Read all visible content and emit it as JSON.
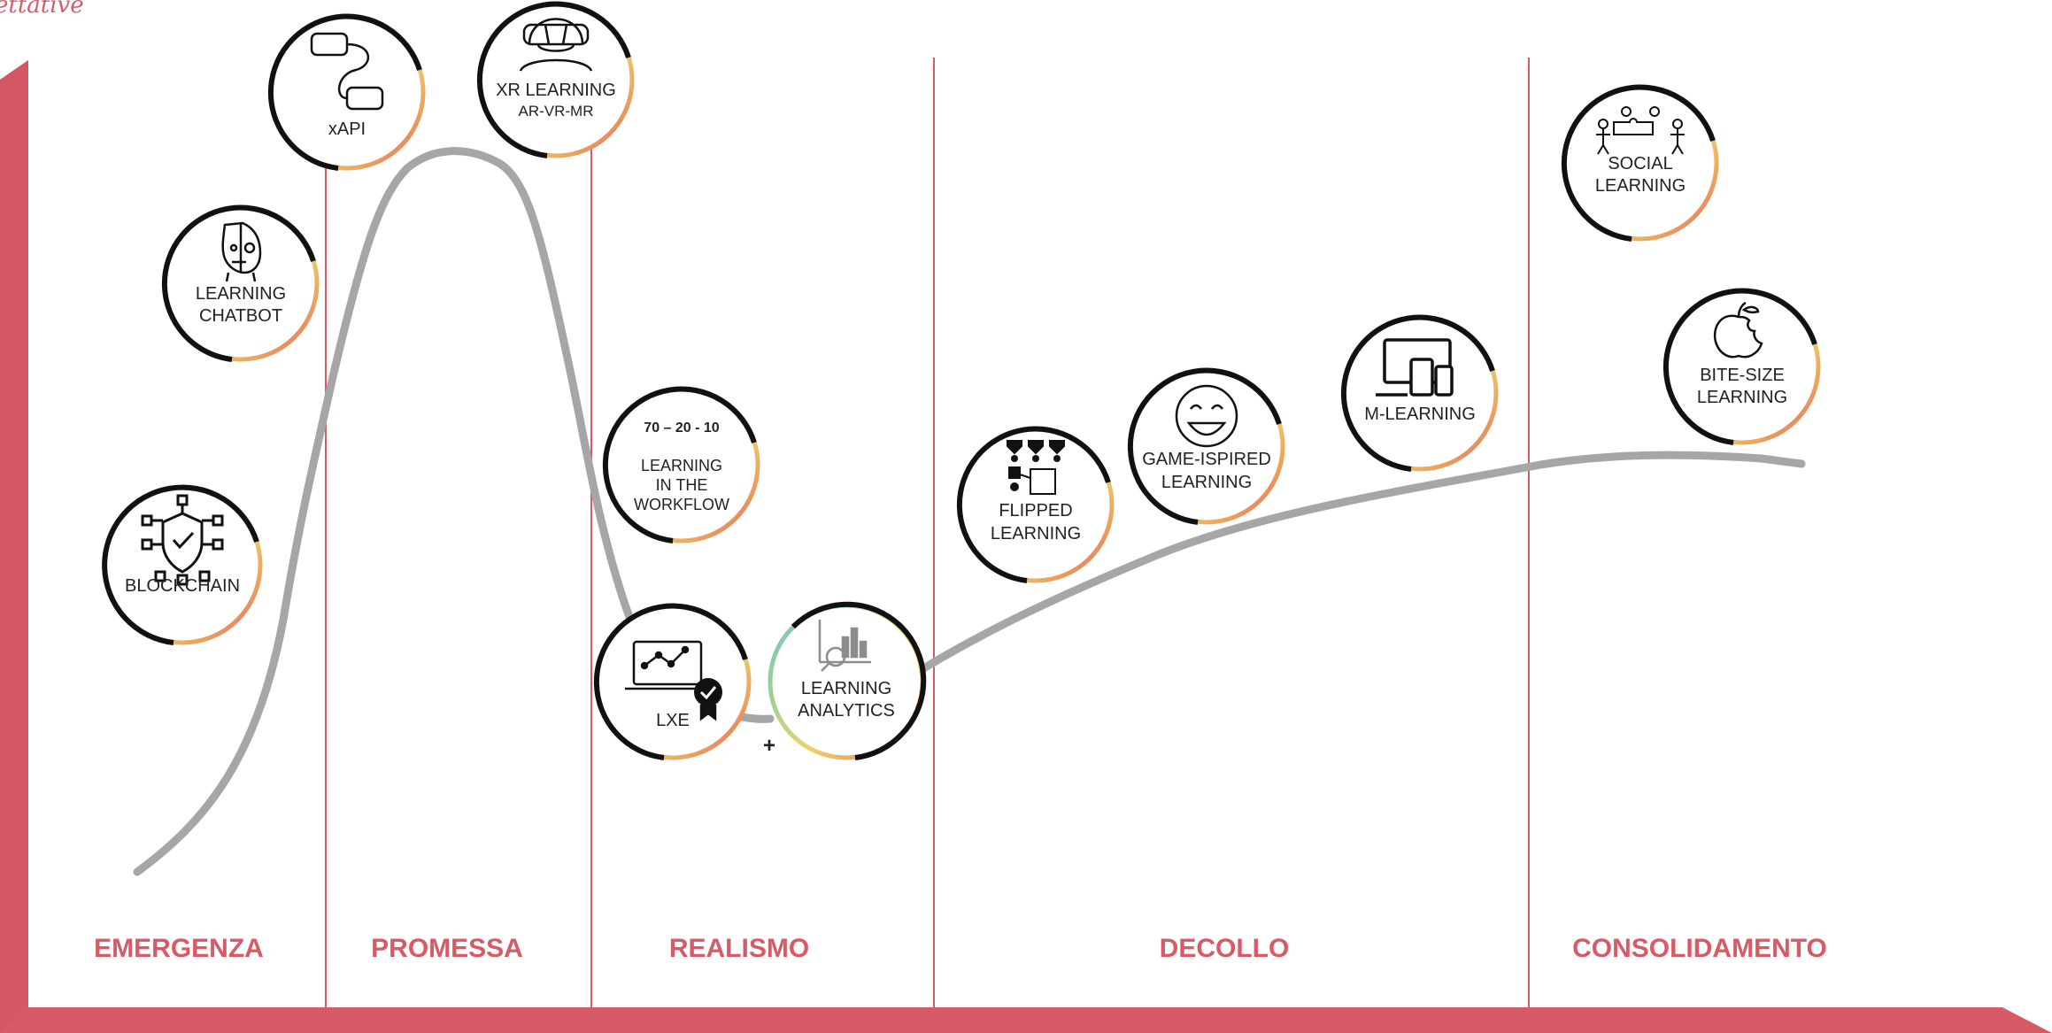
{
  "axis_label": "ettative",
  "phases": [
    "EMERGENZA",
    "PROMESSA",
    "REALISMO",
    "DECOLLO",
    "CONSOLIDAMENTO"
  ],
  "plus_sign": "+",
  "badges": {
    "blockchain": {
      "lines": [
        "BLOCKCHAIN"
      ],
      "icon": "shield-network-icon"
    },
    "chatbot": {
      "lines": [
        "LEARNING",
        "CHATBOT"
      ],
      "icon": "robot-face-icon"
    },
    "xapi": {
      "lines": [
        "xAPI"
      ],
      "icon": "connector-icon"
    },
    "xr": {
      "lines": [
        "XR LEARNING",
        "AR-VR-MR"
      ],
      "icon": "vr-headset-icon"
    },
    "workflow": {
      "heading": "70 – 20 - 10",
      "lines": [
        "LEARNING",
        "IN THE",
        "WORKFLOW"
      ],
      "icon": ""
    },
    "lxe": {
      "lines": [
        "LXE"
      ],
      "icon": "laptop-certificate-icon"
    },
    "analytics": {
      "lines": [
        "LEARNING",
        "ANALYTICS"
      ],
      "icon": "chart-magnifier-icon"
    },
    "flipped": {
      "lines": [
        "FLIPPED",
        "LEARNING"
      ],
      "icon": "classroom-icon"
    },
    "game": {
      "lines": [
        "GAME-ISPIRED",
        "LEARNING"
      ],
      "icon": "smiley-icon"
    },
    "mlearning": {
      "lines": [
        "M-LEARNING"
      ],
      "icon": "devices-icon"
    },
    "social": {
      "lines": [
        "SOCIAL",
        "LEARNING"
      ],
      "icon": "people-puzzle-icon"
    },
    "bitesize": {
      "lines": [
        "BITE-SIZE",
        "LEARNING"
      ],
      "icon": "bitten-apple-icon"
    }
  },
  "colors": {
    "accent": "#d65b66",
    "curve": "#a6a6a6",
    "ring_dark": "#111111",
    "ring_teal": "#6cc7c6",
    "ring_green": "#a8d28a",
    "ring_yellow": "#e9d46f",
    "ring_orange": "#eea25c",
    "ring_red": "#d65b66"
  }
}
